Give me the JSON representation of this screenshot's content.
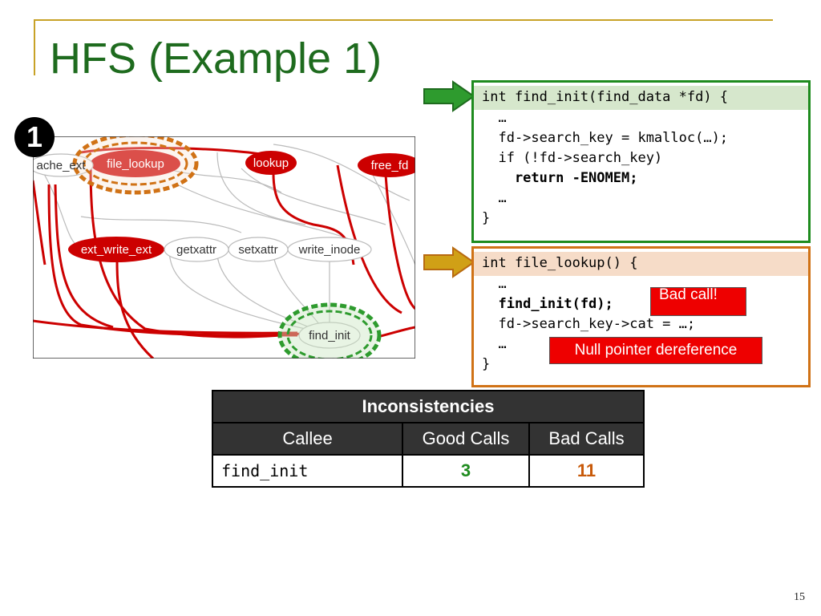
{
  "slide": {
    "title": "HFS (Example 1)",
    "badge": "1",
    "page_number": "15"
  },
  "graph": {
    "nodes": {
      "cache_ext": "ache_ext",
      "file_lookup": "file_lookup",
      "lookup": "lookup",
      "free_fd": "free_fd",
      "ext_write_ext": "ext_write_ext",
      "getxattr": "getxattr",
      "setxattr": "setxattr",
      "write_inode": "write_inode",
      "find_init": "find_init"
    }
  },
  "code_box_1": {
    "header": "int find_init(find_data *fd) {",
    "lines": [
      "  …",
      "  fd->search_key = kmalloc(…);",
      "  if (!fd->search_key)",
      "    return -ENOMEM;",
      "  …",
      "}"
    ]
  },
  "code_box_2": {
    "header": "int file_lookup() {",
    "lines": [
      "  …",
      "  find_init(fd);",
      "  fd->search_key->cat = …;",
      "  …",
      "}"
    ],
    "callout_bad_call": "Bad call!",
    "callout_null_deref": "Null pointer dereference"
  },
  "table": {
    "title": "Inconsistencies",
    "headers": [
      "Callee",
      "Good Calls",
      "Bad Calls"
    ],
    "rows": [
      {
        "callee": "find_init",
        "good": "3",
        "bad": "11"
      }
    ]
  },
  "colors": {
    "title_green": "#1e6b1e",
    "node_red": "#cc0000",
    "good_green": "#1e8b1e",
    "bad_orange": "#c85a0a"
  }
}
